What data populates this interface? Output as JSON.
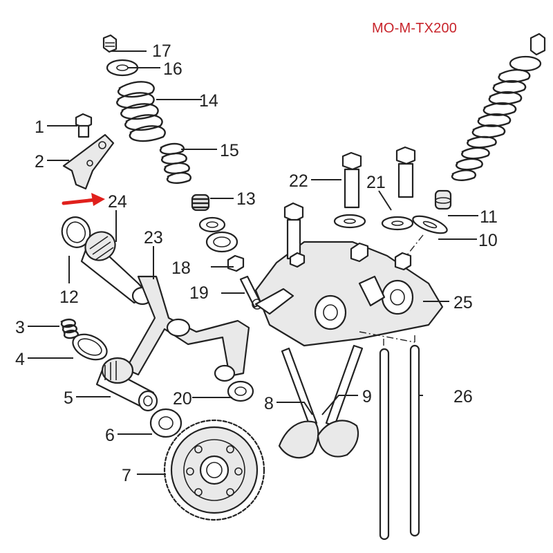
{
  "model_code": "MO-M-TX200",
  "callouts": [
    {
      "id": "1",
      "label": "1"
    },
    {
      "id": "2",
      "label": "2"
    },
    {
      "id": "3",
      "label": "3"
    },
    {
      "id": "4",
      "label": "4"
    },
    {
      "id": "5",
      "label": "5"
    },
    {
      "id": "6",
      "label": "6"
    },
    {
      "id": "7",
      "label": "7"
    },
    {
      "id": "8",
      "label": "8"
    },
    {
      "id": "9",
      "label": "9"
    },
    {
      "id": "10",
      "label": "10"
    },
    {
      "id": "11",
      "label": "11"
    },
    {
      "id": "12",
      "label": "12"
    },
    {
      "id": "13",
      "label": "13"
    },
    {
      "id": "14",
      "label": "14"
    },
    {
      "id": "15",
      "label": "15"
    },
    {
      "id": "16",
      "label": "16"
    },
    {
      "id": "17",
      "label": "17"
    },
    {
      "id": "18",
      "label": "18"
    },
    {
      "id": "19",
      "label": "19"
    },
    {
      "id": "20",
      "label": "20"
    },
    {
      "id": "21",
      "label": "21"
    },
    {
      "id": "22",
      "label": "22"
    },
    {
      "id": "23",
      "label": "23"
    },
    {
      "id": "24",
      "label": "24"
    },
    {
      "id": "25",
      "label": "25"
    },
    {
      "id": "26",
      "label": "26"
    }
  ],
  "highlight": {
    "callout": "24",
    "arrow_color": "#e0201c"
  },
  "colors": {
    "linework": "#222222",
    "model_code": "#c8242b",
    "background": "#ffffff"
  }
}
